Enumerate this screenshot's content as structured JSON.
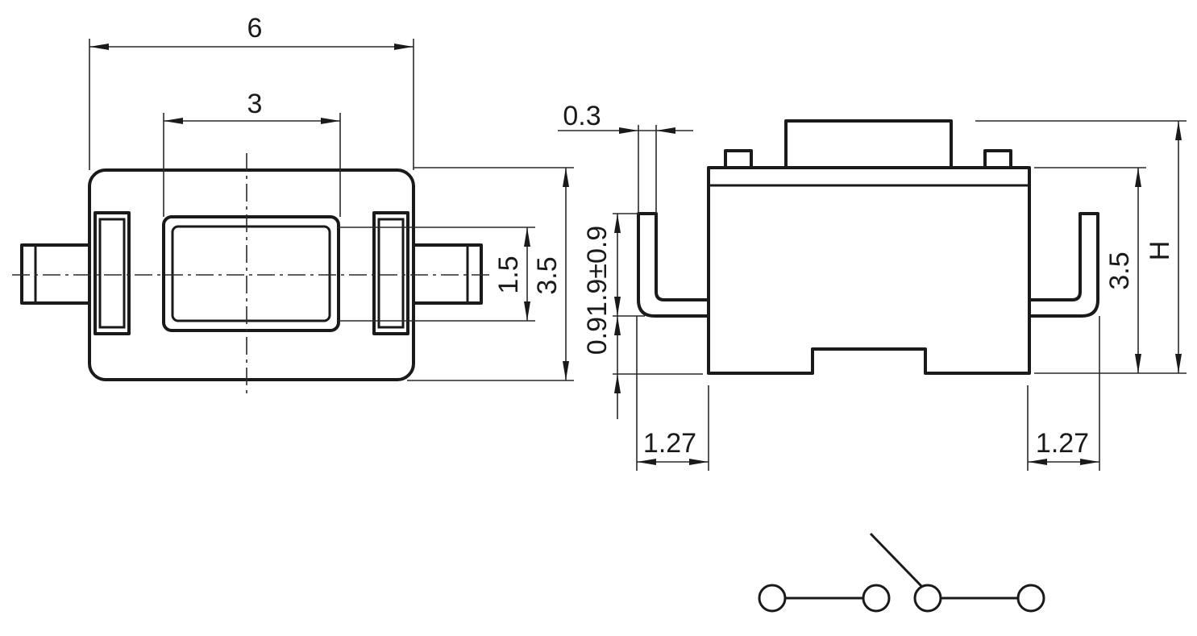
{
  "top_view": {
    "width_label": "6",
    "button_width_label": "3",
    "button_height_label": "1.5",
    "body_height_label": "3.5"
  },
  "side_view": {
    "lead_thickness_label": "0.3",
    "lead_height_label": "0.91.9±0.9",
    "left_pad_label": "1.27",
    "right_pad_label": "1.27",
    "body_height_label": "3.5",
    "total_height_label": "H"
  },
  "schematic": {
    "type": "normally-open push switch",
    "terminal_count": 4
  }
}
